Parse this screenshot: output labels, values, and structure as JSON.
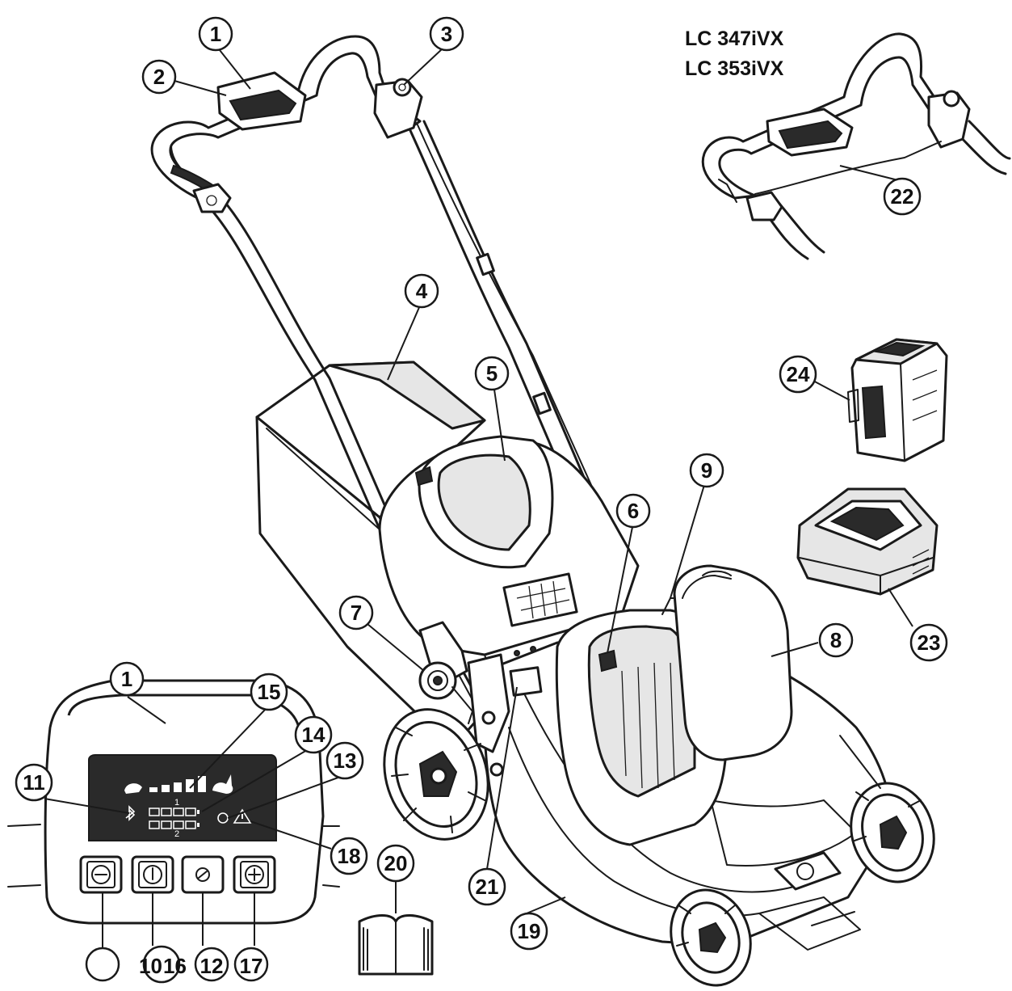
{
  "models": [
    "LC 347iVX",
    "LC 353iVX"
  ],
  "callouts": [
    {
      "id": "c1a",
      "number": "1"
    },
    {
      "id": "c2",
      "number": "2"
    },
    {
      "id": "c3",
      "number": "3"
    },
    {
      "id": "c4",
      "number": "4"
    },
    {
      "id": "c5",
      "number": "5"
    },
    {
      "id": "c6",
      "number": "6"
    },
    {
      "id": "c7",
      "number": "7"
    },
    {
      "id": "c8",
      "number": "8"
    },
    {
      "id": "c9",
      "number": "9"
    },
    {
      "id": "c1b",
      "number": "1"
    },
    {
      "id": "c15",
      "number": "15"
    },
    {
      "id": "c14",
      "number": "14"
    },
    {
      "id": "c13",
      "number": "13"
    },
    {
      "id": "c11",
      "number": "11"
    },
    {
      "id": "c18",
      "number": "18"
    },
    {
      "id": "c20",
      "number": "20"
    },
    {
      "id": "c21",
      "number": "21"
    },
    {
      "id": "c19",
      "number": "19"
    },
    {
      "id": "c22",
      "number": "22"
    },
    {
      "id": "c24",
      "number": "24"
    },
    {
      "id": "c23",
      "number": "23"
    },
    {
      "id": "c10",
      "number": "10"
    },
    {
      "id": "c16",
      "number": "16"
    },
    {
      "id": "c12",
      "number": "12"
    },
    {
      "id": "c17",
      "number": "17"
    }
  ],
  "panel": {
    "row1": "1",
    "row2": "2"
  },
  "icons": [
    "turtle-icon",
    "speed-bars-icon",
    "rabbit-icon",
    "bluetooth-icon",
    "warning-icon",
    "minus-button-icon",
    "power-button-icon",
    "savemode-button-icon",
    "plus-button-icon",
    "manual-book-icon",
    "husqvarna-logo"
  ]
}
